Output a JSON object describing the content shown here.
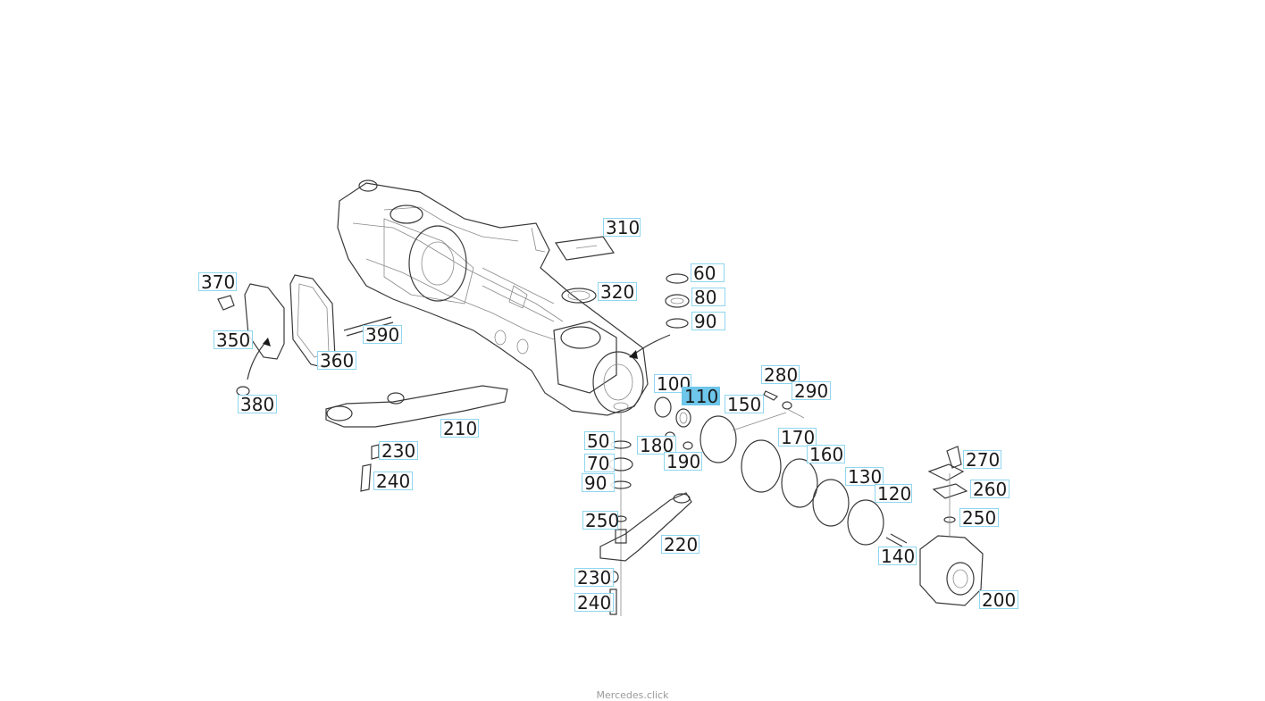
{
  "diagram": {
    "selected_part": "110",
    "labels": {
      "p310": "310",
      "p370": "370",
      "p320": "320",
      "p60": "60",
      "p80": "80",
      "p90a": "90",
      "p350": "350",
      "p390": "390",
      "p360": "360",
      "p100": "100",
      "p110": "110",
      "p280": "280",
      "p290": "290",
      "p150": "150",
      "p380": "380",
      "p210": "210",
      "p50": "50",
      "p180": "180",
      "p170": "170",
      "p230a": "230",
      "p70": "70",
      "p190": "190",
      "p160": "160",
      "p270": "270",
      "p130": "130",
      "p90b": "90",
      "p240a": "240",
      "p120": "120",
      "p260": "260",
      "p250a": "250",
      "p250b": "250",
      "p220": "220",
      "p140": "140",
      "p230b": "230",
      "p240b": "240",
      "p200": "200"
    }
  },
  "footer": {
    "watermark": "Mercedes.click"
  },
  "colors": {
    "highlight": "#6ec6ea",
    "label_border": "#8fd6ee",
    "line": "#3a3a3a"
  }
}
